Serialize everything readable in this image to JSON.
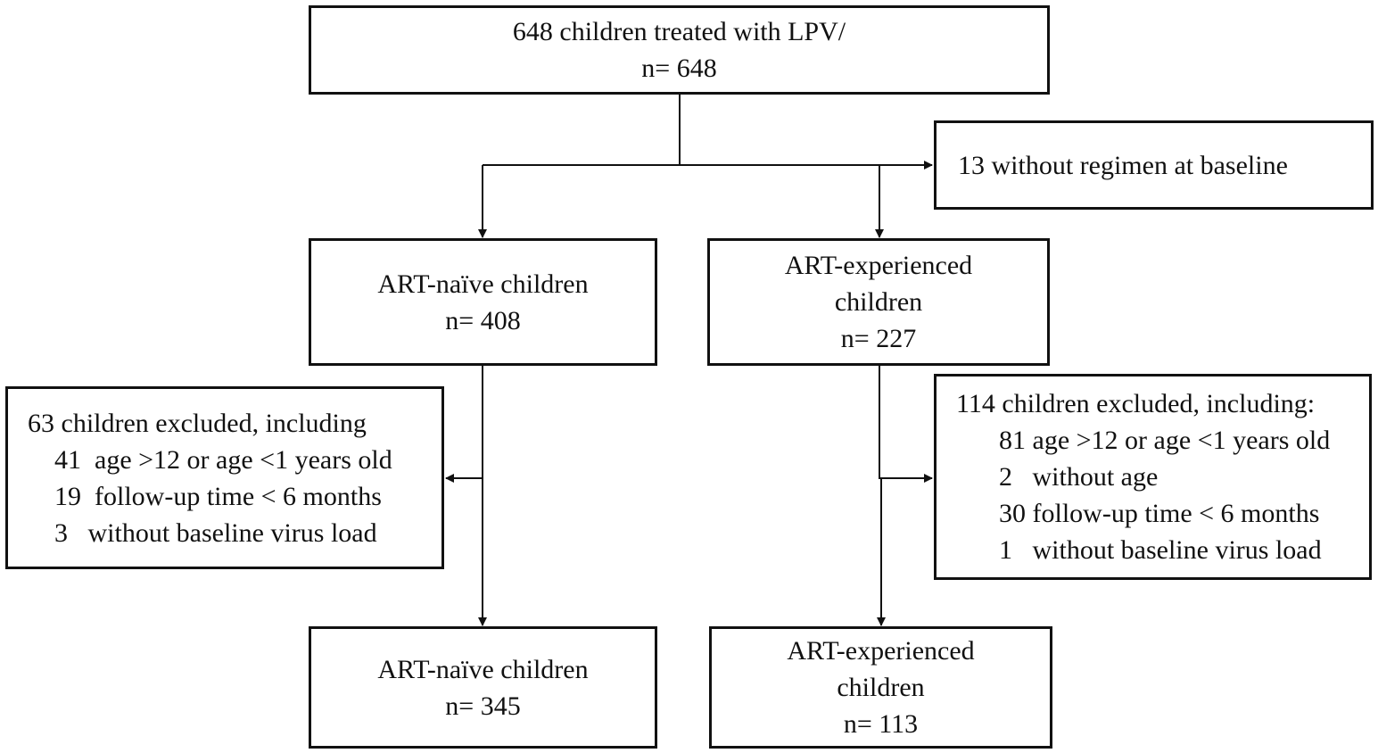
{
  "top": {
    "line1": "648 children treated with LPV/",
    "line2": "n= 648"
  },
  "excluded_regimen": {
    "text": "13 without regimen at baseline"
  },
  "naive_initial": {
    "line1": "ART-naïve children",
    "line2": "n= 408"
  },
  "experienced_initial": {
    "line1": "ART-experienced",
    "line2": "children",
    "line3": "n= 227"
  },
  "naive_excluded": {
    "header": "63 children excluded, including",
    "items": [
      "41  age >12 or age <1 years old",
      "19  follow-up time < 6 months",
      "3   without baseline virus load"
    ]
  },
  "experienced_excluded": {
    "header": "114 children excluded, including:",
    "items": [
      "81 age >12 or age <1 years old",
      "2   without age",
      "30 follow-up time < 6 months",
      "1   without baseline virus load"
    ]
  },
  "naive_final": {
    "line1": "ART-naïve children",
    "line2": "n= 345"
  },
  "experienced_final": {
    "line1": "ART-experienced",
    "line2": "children",
    "line3": "n= 113"
  }
}
